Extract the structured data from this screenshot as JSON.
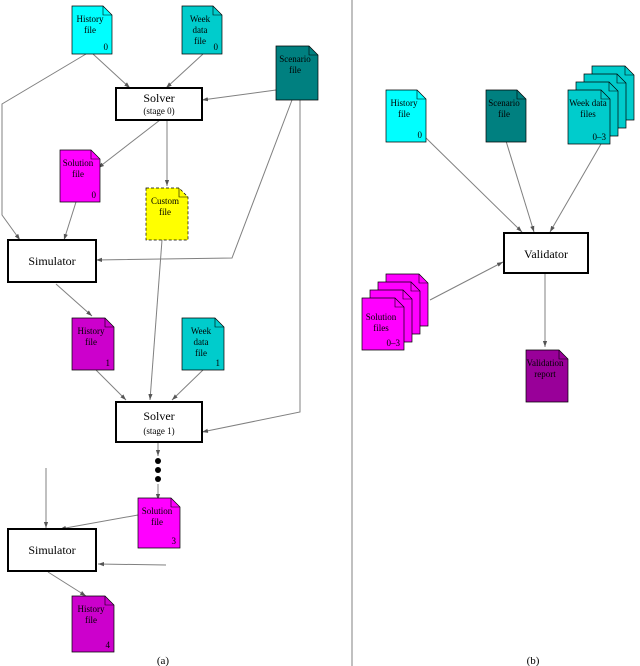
{
  "nodes": {
    "history_a0": {
      "lines": [
        "History",
        "file"
      ],
      "idx": "0"
    },
    "week_a0": {
      "lines": [
        "Week",
        "data",
        "file"
      ],
      "idx": "0"
    },
    "scenario_a": {
      "lines": [
        "Scenario",
        "file"
      ],
      "idx": ""
    },
    "solver0": {
      "lines": [
        "Solver",
        "(stage 0)"
      ]
    },
    "solution_a0": {
      "lines": [
        "Solution",
        "file"
      ],
      "idx": "0"
    },
    "custom_a": {
      "lines": [
        "Custom",
        "file"
      ],
      "idx": ""
    },
    "simulator_1": {
      "lines": [
        "Simulator"
      ]
    },
    "history_a1": {
      "lines": [
        "History",
        "file"
      ],
      "idx": "1"
    },
    "week_a1": {
      "lines": [
        "Week",
        "data",
        "file"
      ],
      "idx": "1"
    },
    "solver1": {
      "lines": [
        "Solver",
        "(stage 1)"
      ]
    },
    "solution_a3": {
      "lines": [
        "Solution",
        "file"
      ],
      "idx": "3"
    },
    "simulator_2": {
      "lines": [
        "Simulator"
      ]
    },
    "history_a4": {
      "lines": [
        "History",
        "file"
      ],
      "idx": "4"
    },
    "history_b": {
      "lines": [
        "History",
        "file"
      ],
      "idx": "0"
    },
    "scenario_b": {
      "lines": [
        "Scenario",
        "file"
      ],
      "idx": ""
    },
    "week_b": {
      "lines": [
        "Week data",
        "files"
      ],
      "idx": "0–3"
    },
    "validator": {
      "lines": [
        "Validator"
      ]
    },
    "solutions_b": {
      "lines": [
        "Solution",
        "files"
      ],
      "idx": "0–3"
    },
    "report_b": {
      "lines": [
        "Validation",
        "report"
      ],
      "idx": ""
    }
  },
  "captions": {
    "a": "(a)",
    "b": "(b)"
  },
  "colors": {
    "cyan": "#00ffff",
    "teal": "#00cccc",
    "dark_teal": "#008080",
    "magenta": "#ff00ff",
    "purple": "#cc00cc",
    "dark_purple": "#990099",
    "yellow": "#ffff00",
    "line": "#808080"
  }
}
